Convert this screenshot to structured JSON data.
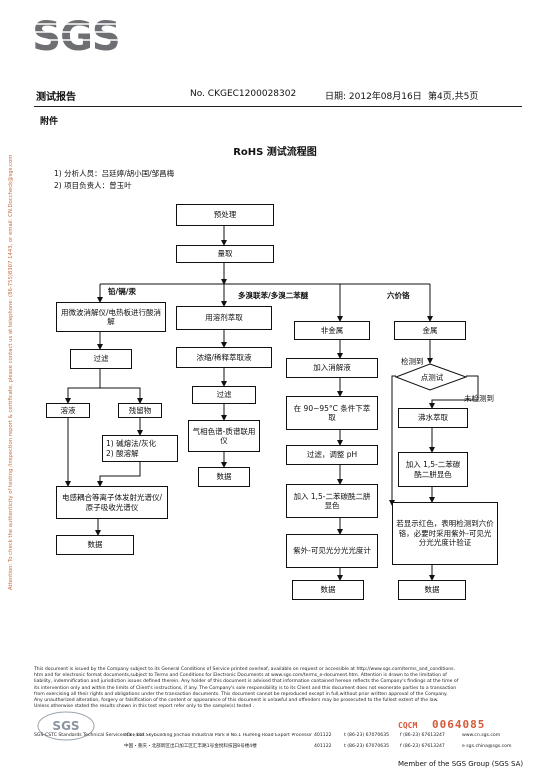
{
  "header": {
    "logo": "SGS",
    "report_label": "测试报告",
    "report_no": "No. CKGEC1200028302",
    "date": "日期: 2012年08月16日",
    "page": "第4页,共5页",
    "appendix": "附件"
  },
  "side_note": "Attention: To check the authenticity of testing /inspection report & certificate, please contact us at telephone: (86-755)8307 1443, or email: CN.Doccheck@sgs.com",
  "title": "RoHS 测试流程图",
  "staff": {
    "analysts": "1) 分析人员：吕廷婷/胡小国/邹昌梅",
    "lead": "2) 项目负责人：曾玉叶"
  },
  "flow": {
    "pretreat": "预处理",
    "weigh": "量取",
    "branch_pb_cd_hg": "铅/镉/汞",
    "branch_pbb": "多溴联苯/多溴二苯醚",
    "branch_cr": "六价铬",
    "microwave": "用微波消解仪/电热板进行酸消解",
    "filter1": "过滤",
    "solution": "溶液",
    "residue": "残留物",
    "alkali": "1) 碱熔法/灰化\n2) 酸溶解",
    "icp": "电感耦合等离子体发射光谱仪/原子吸收光谱仪",
    "data1": "数据",
    "solvent": "用溶剂萃取",
    "concentrate": "浓缩/稀释萃取液",
    "filter2": "过滤",
    "gcms": "气相色谱-质谱联用仪",
    "data2": "数据",
    "nonmetal": "非金属",
    "add_digest": "加入消解液",
    "heat": "在 90~95°C 条件下萃取",
    "filter_ph": "过滤，调整 pH",
    "add_dpc1": "加入 1,5-二苯碳酰二肼显色",
    "uv1": "紫外-可见光分光光度计",
    "data3": "数据",
    "metal": "金属",
    "detected": "检测到",
    "spot_test": "点测试",
    "not_detected": "未检测到",
    "boil": "沸水萃取",
    "add_dpc2": "加入 1,5-二苯碳酰二肼显色",
    "red_note": "若显示红色，表明检测到六价铬，必要时采用紫外-可见光分光光度计验证",
    "data4": "数据"
  },
  "footer": {
    "line1": "This document is issued by the Company subject to its General Conditions of Service printed overleaf, available on request or accessible at http://www.sgs.com/terms_and_conditions.",
    "line2": "htm and for electronic format documents,subject to Terms and Conditions for Electronic Documents at www.sgs.com/terms_e-document.htm. Attention is drawn to the limitation of",
    "line3": "liability, indemnification and jurisdiction issues defined therein. Any holder of this document is advised that information contained hereon reflects the Company's findings at the time of",
    "line4": "its intervention only and within the limits of Client's instructions, if any. The Company's sole responsibility is to its Client and this document does not exonerate parties to a transaction",
    "line5": "from exercising all their rights and obligations under the transaction documents. This document cannot be reproduced except in full,without prior written approval of the Company.",
    "line6": "Any unauthorized alteration, forgery or falsification of the content or appearance of this document is unlawful and offenders may be prosecuted to the fullest extent of the law.",
    "line7": "Unless otherwise stated the results shown in this test report refer only to the sample(s) tested .",
    "cqcm_label": "CQCM",
    "cqcm_no": "0064085",
    "company": "SGS-CSTC Standards Technical Services Co., Ltd.",
    "address_en": "4/9 Floor Skybuilding Jinchao Industrial Park 8 No.1 Huifeng Road Export Processing Zone North Area New Chongqing China",
    "postcode": "401122",
    "tel": "t (86-23) 67070635",
    "fax": "f (86-23) 67613247",
    "web": "www.cn.sgs.com",
    "address_cn": "中国・重庆・北部新区出口加工区汇丰路1号金悦科技园8号楼4楼",
    "email": "e sgs.china@sgs.com",
    "member": "Member of the SGS Group (SGS SA)"
  }
}
